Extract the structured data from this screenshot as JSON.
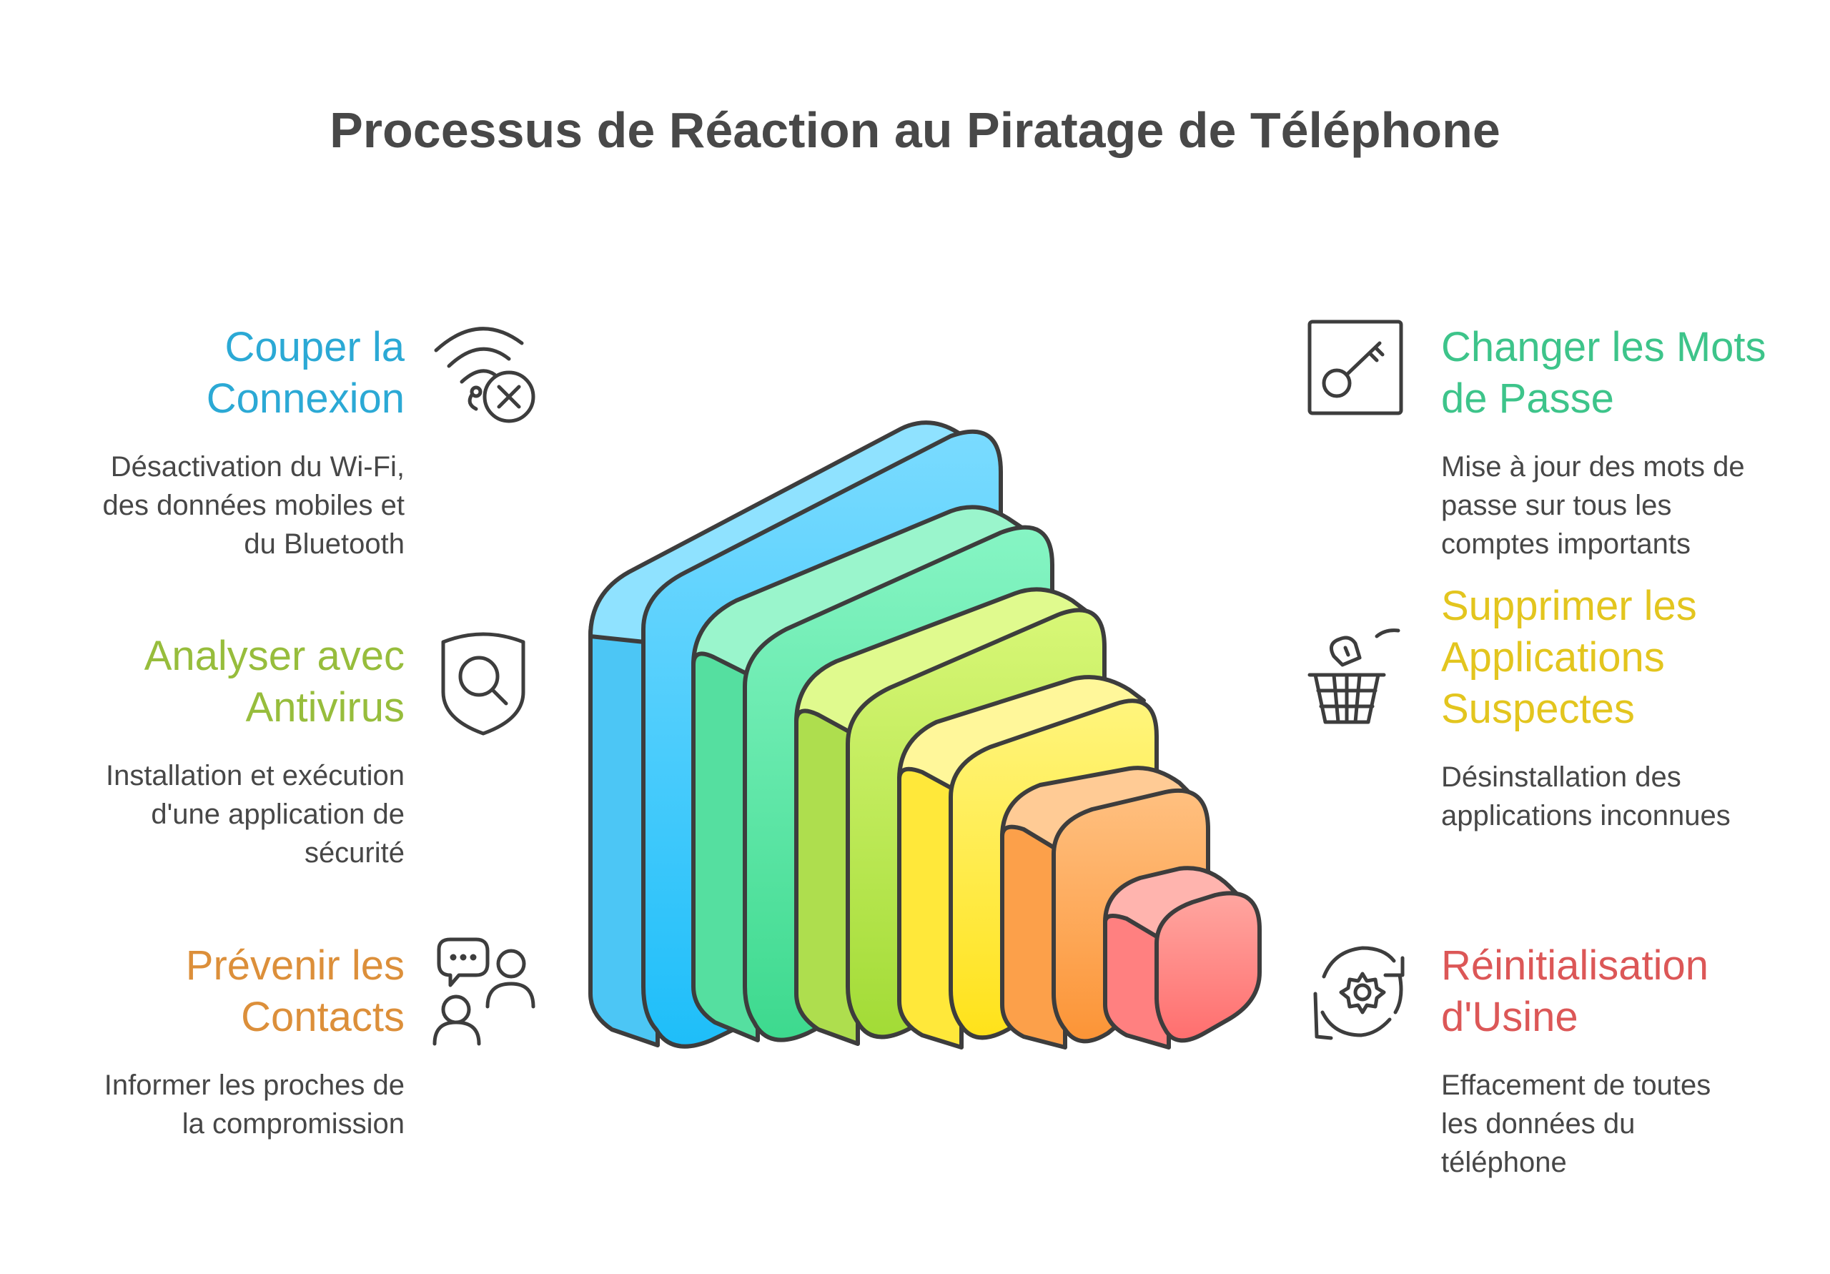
{
  "title": "Processus de Réaction au Piratage de Téléphone",
  "steps": [
    {
      "heading_line1": "Couper la",
      "heading_line2": "Connexion",
      "description_lines": [
        "Désactivation du Wi-Fi,",
        "des données mobiles et",
        "du Bluetooth"
      ],
      "color": "#2BA9D5",
      "icon": "wifi-off-icon"
    },
    {
      "heading_line1": "Analyser avec",
      "heading_line2": "Antivirus",
      "description_lines": [
        "Installation et exécution",
        "d'une application de",
        "sécurité"
      ],
      "color": "#97BD3C",
      "icon": "shield-search-icon"
    },
    {
      "heading_line1": "Prévenir les",
      "heading_line2": "Contacts",
      "description_lines": [
        "Informer les proches de",
        "la compromission"
      ],
      "color": "#DC8F3A",
      "icon": "contacts-message-icon"
    },
    {
      "heading_line1": "Changer les Mots",
      "heading_line2": "de Passe",
      "description_lines": [
        "Mise à jour des mots de",
        "passe sur tous les",
        "comptes importants"
      ],
      "color": "#3DC48A",
      "icon": "key-icon"
    },
    {
      "heading_line1": "Supprimer les",
      "heading_line2": "Applications",
      "heading_line3": "Suspectes",
      "description_lines": [
        "Désinstallation des",
        "applications inconnues"
      ],
      "color": "#E3C51E",
      "icon": "trash-basket-icon"
    },
    {
      "heading_line1": "Réinitialisation",
      "heading_line2": "d'Usine",
      "description_lines": [
        "Effacement de toutes",
        "les données du",
        "téléphone"
      ],
      "color": "#DC5757",
      "icon": "reset-gear-icon"
    }
  ],
  "colors": {
    "title": "#484848",
    "description": "#474747",
    "outline": "#3D3D3D",
    "layer_blue": [
      "#7ADBFF",
      "#1EBEF9"
    ],
    "layer_green": [
      "#86F5C4",
      "#3DD98E"
    ],
    "layer_lime": [
      "#D8F777",
      "#A2DB36"
    ],
    "layer_yellow": [
      "#FFF57D",
      "#FFE21A"
    ],
    "layer_orange": [
      "#FFC080",
      "#FC9436"
    ],
    "layer_red": [
      "#FFA6A0",
      "#FF6E6E"
    ]
  }
}
